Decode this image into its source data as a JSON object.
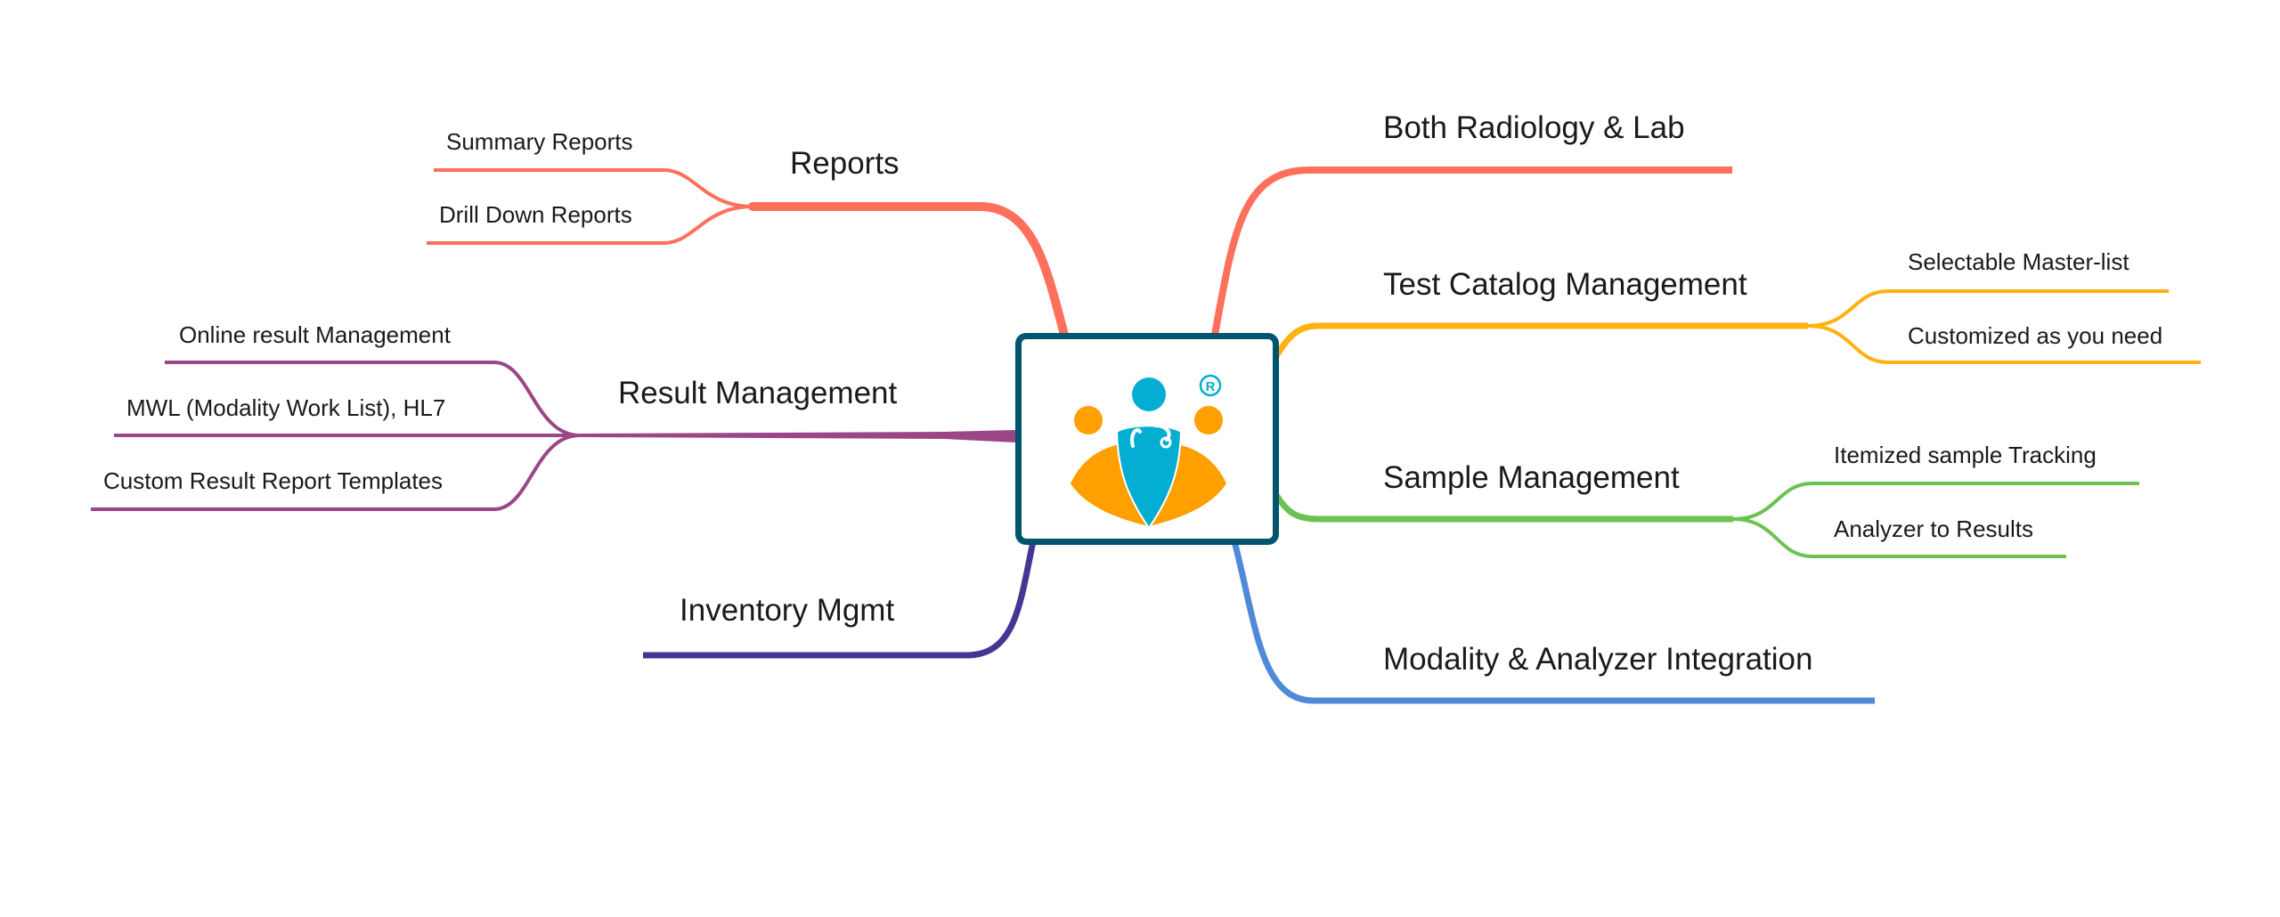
{
  "diagram": {
    "type": "mind-map",
    "center": {
      "label": "Healthcare staff logo",
      "icon": "doctor-with-stethoscope-logo",
      "registered_mark": "®",
      "border_color": "#00546e",
      "logo_colors": {
        "primary": "#03aed2",
        "secondary": "#ffa000"
      }
    },
    "branches": [
      {
        "id": "reports",
        "label": "Reports",
        "side": "left",
        "color": "#ff705c",
        "children": [
          {
            "label": "Summary Reports"
          },
          {
            "label": "Drill Down Reports"
          }
        ]
      },
      {
        "id": "result-management",
        "label": "Result Management",
        "side": "left",
        "color": "#9b4687",
        "children": [
          {
            "label": "Online result Management"
          },
          {
            "label": "MWL (Modality Work List), HL7"
          },
          {
            "label": "Custom Result Report Templates"
          }
        ]
      },
      {
        "id": "inventory-mgmt",
        "label": "Inventory Mgmt",
        "side": "left",
        "color": "#443693",
        "children": []
      },
      {
        "id": "both-radiology-lab",
        "label": "Both Radiology & Lab",
        "side": "right",
        "color": "#ff705c",
        "children": []
      },
      {
        "id": "test-catalog-management",
        "label": "Test Catalog Management",
        "side": "right",
        "color": "#ffb10f",
        "children": [
          {
            "label": "Selectable Master-list"
          },
          {
            "label": "Customized as you need"
          }
        ]
      },
      {
        "id": "sample-management",
        "label": "Sample Management",
        "side": "right",
        "color": "#6cc251",
        "children": [
          {
            "label": "Itemized sample Tracking"
          },
          {
            "label": "Analyzer to Results"
          }
        ]
      },
      {
        "id": "modality-analyzer-integration",
        "label": "Modality & Analyzer Integration",
        "side": "right",
        "color": "#4f8ad8",
        "children": []
      }
    ]
  }
}
